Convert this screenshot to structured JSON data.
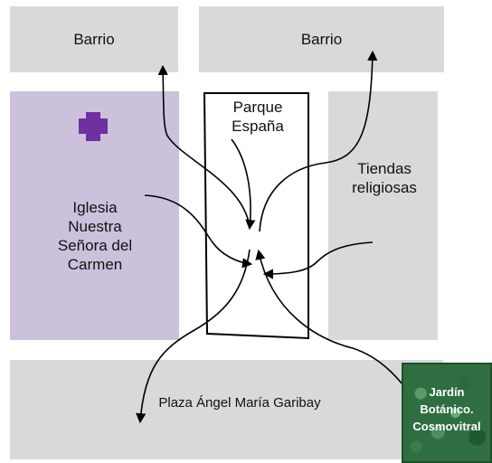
{
  "labels": {
    "barrio_left": "Barrio",
    "barrio_right": "Barrio",
    "parque": "Parque\nEspaña",
    "tiendas": "Tiendas\nreligiosas",
    "iglesia": "Iglesia\nNuestra\nSeñora del\nCarmen",
    "plaza": "Plaza Ángel María Garibay",
    "jardin_line1": "Jardín",
    "jardin_line2": "Botánico.",
    "jardin_line3": "Cosmovitral"
  },
  "colors": {
    "block_gray": "#d9d9d9",
    "church_purple": "#cbc1dd",
    "cross_purple": "#7030a0",
    "jardin_green": "#2f6e41"
  },
  "icons": {
    "church_marker": "cross-icon"
  }
}
